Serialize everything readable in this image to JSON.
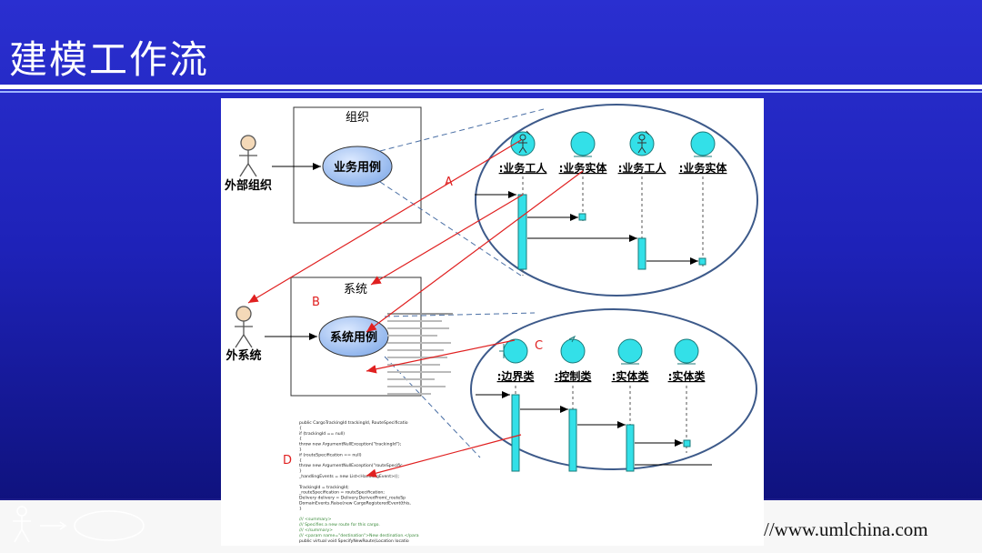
{
  "slide": {
    "title": "建模工作流",
    "footer_url": "//www.umlchina.com"
  },
  "diagram": {
    "top": {
      "package_label": "组织",
      "usecase_label": "业务用例",
      "actor_label": "外部组织",
      "lifelines": [
        ":业务工人",
        ":业务实体",
        ":业务工人",
        ":业务实体"
      ]
    },
    "bottom": {
      "package_label": "系统",
      "usecase_label": "系统用例",
      "actor_label": "外系统",
      "lifelines": [
        ":边界类",
        ":控制类",
        ":实体类",
        ":实体类"
      ]
    },
    "markers": [
      "A",
      "B",
      "C",
      "D"
    ],
    "code_lines": [
      "public CargoTrackingId trackingId, RouteSpecificatio",
      "{",
      "  if (trackingId == null)",
      "  {",
      "    throw new ArgumentNullException(\"trackingId\");",
      "  }",
      "  if (routeSpecification == null)",
      "  {",
      "    throw new ArgumentNullException(\"routeSpecific",
      "  }",
      "  _handlingEvents = new List<HandlingEvent>();",
      "",
      "  TrackingId = trackingId;",
      "  _routeSpecification = routeSpecification;",
      "  Delivery delivery = Delivery.DerivedFrom(_routeSp",
      "  DomainEvents.Raise(new CargoRegisteredEvent(this,",
      "}",
      "",
      "/// <summary>",
      "/// Specifies a new route for this cargo.",
      "/// </summary>",
      "/// <param name=\"destination\">New destination.</para",
      "public virtual void SpecifyNewRoute(Location locatio"
    ]
  }
}
